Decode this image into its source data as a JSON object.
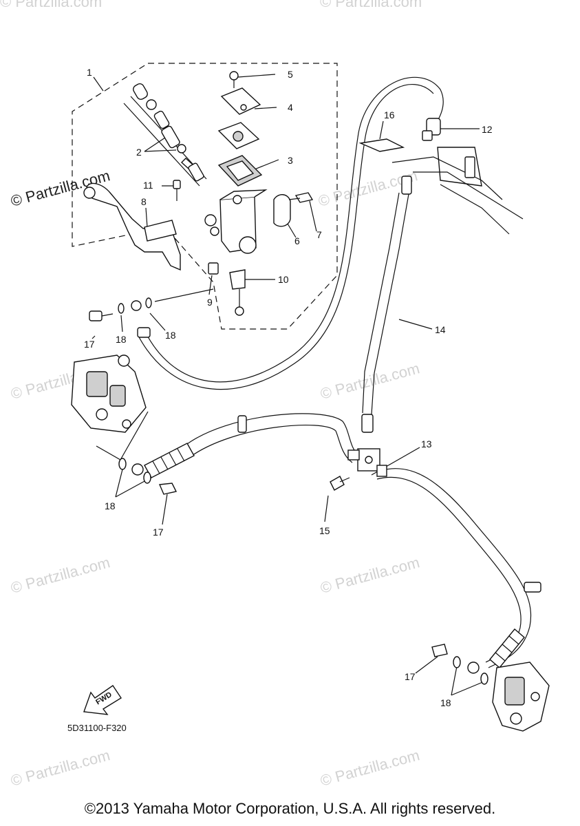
{
  "watermark": {
    "text": "© Partzilla.com"
  },
  "callouts": {
    "c1": "1",
    "c2": "2",
    "c3": "3",
    "c4": "4",
    "c5": "5",
    "c6": "6",
    "c7": "7",
    "c8": "8",
    "c9": "9",
    "c10": "10",
    "c11": "11",
    "c12": "12",
    "c13": "13",
    "c14": "14",
    "c15": "15",
    "c16": "16",
    "c17a": "17",
    "c17b": "17",
    "c17c": "17",
    "c18a": "18",
    "c18b": "18",
    "c18c": "18",
    "c18d": "18"
  },
  "fwd_label": "FWD",
  "part_code": "5D31100-F320",
  "copyright": "©2013 Yamaha Motor Corporation, U.S.A. All rights reserved."
}
